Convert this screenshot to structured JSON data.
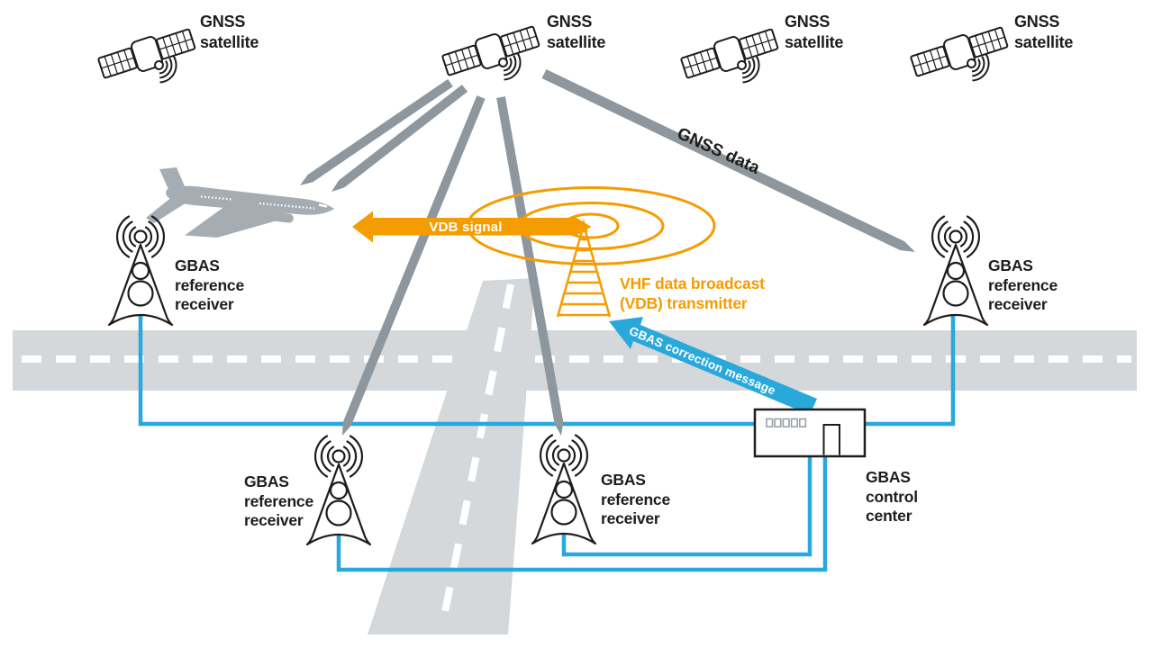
{
  "diagram": {
    "subject": "GBAS ground based augmentation system overview",
    "colors": {
      "accent_orange": "#F59C00",
      "accent_blue": "#29A8DC",
      "ray_gray": "#8D979D",
      "runway_gray": "#D4D8DA",
      "aircraft_gray": "#A5ADB3",
      "text_dark": "#1D1D1B"
    }
  },
  "satellites": [
    {
      "label": "GNSS\nsatellite"
    },
    {
      "label": "GNSS\nsatellite"
    },
    {
      "label": "GNSS\nsatellite"
    },
    {
      "label": "GNSS\nsatellite"
    }
  ],
  "receivers": [
    {
      "label": "GBAS\nreference\nreceiver"
    },
    {
      "label": "GBAS\nreference\nreceiver"
    },
    {
      "label": "GBAS\nreference\nreceiver"
    },
    {
      "label": "GBAS\nreference\nreceiver"
    }
  ],
  "control_center": {
    "label": "GBAS\ncontrol\ncenter"
  },
  "transmitter": {
    "label": "VHF data broadcast\n(VDB) transmitter"
  },
  "flows": {
    "vdb_signal": "VDB signal",
    "gnss_data": "GNSS data",
    "gbas_correction": "GBAS correction message"
  }
}
